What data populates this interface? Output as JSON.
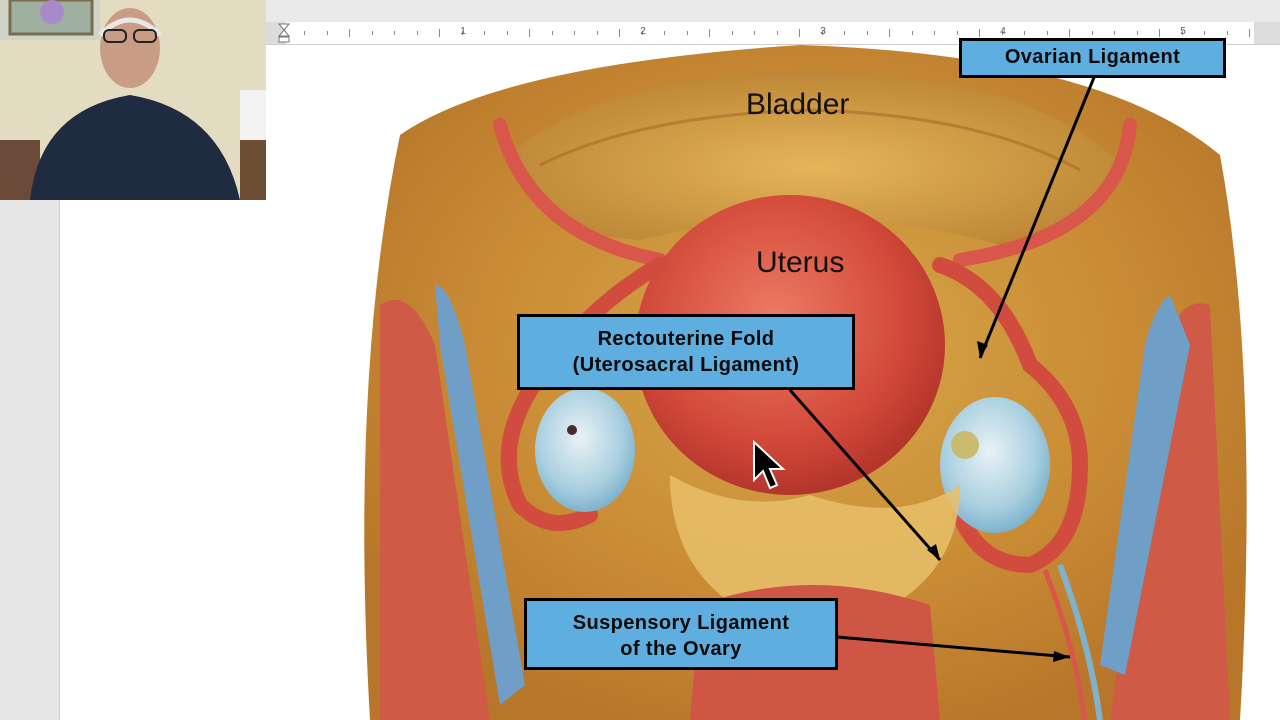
{
  "ruler": {
    "numbers": [
      "1",
      "2",
      "3",
      "4",
      "5"
    ]
  },
  "slide": {
    "labels": {
      "bladder": "Bladder",
      "uterus": "Uterus"
    },
    "callouts": {
      "ovarian_ligament": "Ovarian Ligament",
      "rectouterine_line1": "Rectouterine Fold",
      "rectouterine_line2": "(Uterosacral Ligament)",
      "suspensory_line1": "Suspensory Ligament",
      "suspensory_line2": "of the Ovary"
    }
  },
  "colors": {
    "callout_fill": "#5eaee0",
    "page": "#ffffff",
    "workspace": "#e6e6e6"
  },
  "icons": {
    "pointer": "mouse-pointer-icon",
    "indent": "indent-marker-icon"
  }
}
